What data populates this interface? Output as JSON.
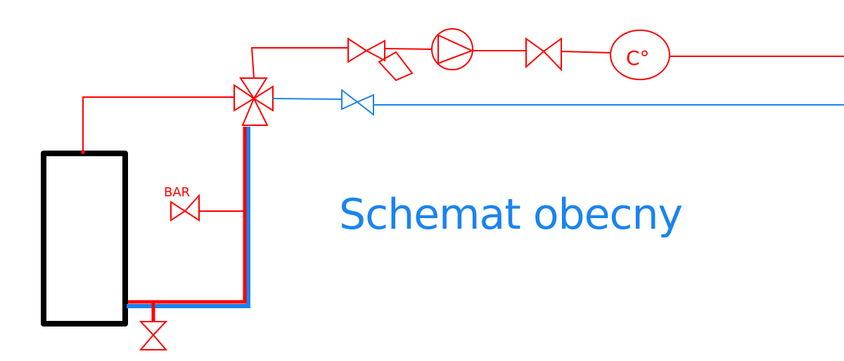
{
  "title": "Schemat obecny",
  "labels": {
    "pressure": "BAR",
    "temperature": "C°"
  },
  "colors": {
    "supply": "#ff0000",
    "return": "#1a84ee",
    "tank": "#000000",
    "title": "#1a84ee"
  }
}
